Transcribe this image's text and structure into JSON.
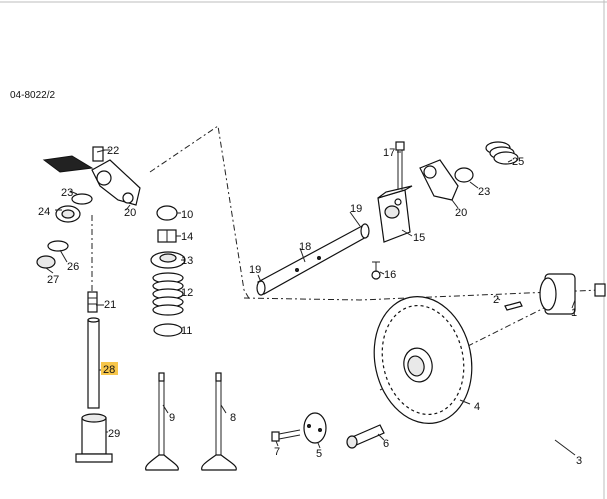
{
  "diagram": {
    "reference": "04-8022/2",
    "highlight_color": "#f7c64a",
    "line_color": "#222222",
    "parts": [
      {
        "id": "1",
        "label": "1"
      },
      {
        "id": "2",
        "label": "2"
      },
      {
        "id": "3",
        "label": "3"
      },
      {
        "id": "4",
        "label": "4"
      },
      {
        "id": "5",
        "label": "5"
      },
      {
        "id": "6",
        "label": "6"
      },
      {
        "id": "7",
        "label": "7"
      },
      {
        "id": "8",
        "label": "8"
      },
      {
        "id": "9",
        "label": "9"
      },
      {
        "id": "10",
        "label": "10"
      },
      {
        "id": "11",
        "label": "11"
      },
      {
        "id": "12",
        "label": "12"
      },
      {
        "id": "13",
        "label": "13"
      },
      {
        "id": "14",
        "label": "14"
      },
      {
        "id": "15",
        "label": "15"
      },
      {
        "id": "16",
        "label": "16"
      },
      {
        "id": "17",
        "label": "17"
      },
      {
        "id": "18",
        "label": "18"
      },
      {
        "id": "19a",
        "label": "19"
      },
      {
        "id": "19b",
        "label": "19"
      },
      {
        "id": "20a",
        "label": "20"
      },
      {
        "id": "20b",
        "label": "20"
      },
      {
        "id": "21",
        "label": "21"
      },
      {
        "id": "22",
        "label": "22"
      },
      {
        "id": "23a",
        "label": "23"
      },
      {
        "id": "23b",
        "label": "23"
      },
      {
        "id": "24",
        "label": "24"
      },
      {
        "id": "25",
        "label": "25"
      },
      {
        "id": "26",
        "label": "26"
      },
      {
        "id": "27",
        "label": "27"
      },
      {
        "id": "28",
        "label": "28",
        "highlighted": true
      },
      {
        "id": "29",
        "label": "29"
      }
    ]
  }
}
